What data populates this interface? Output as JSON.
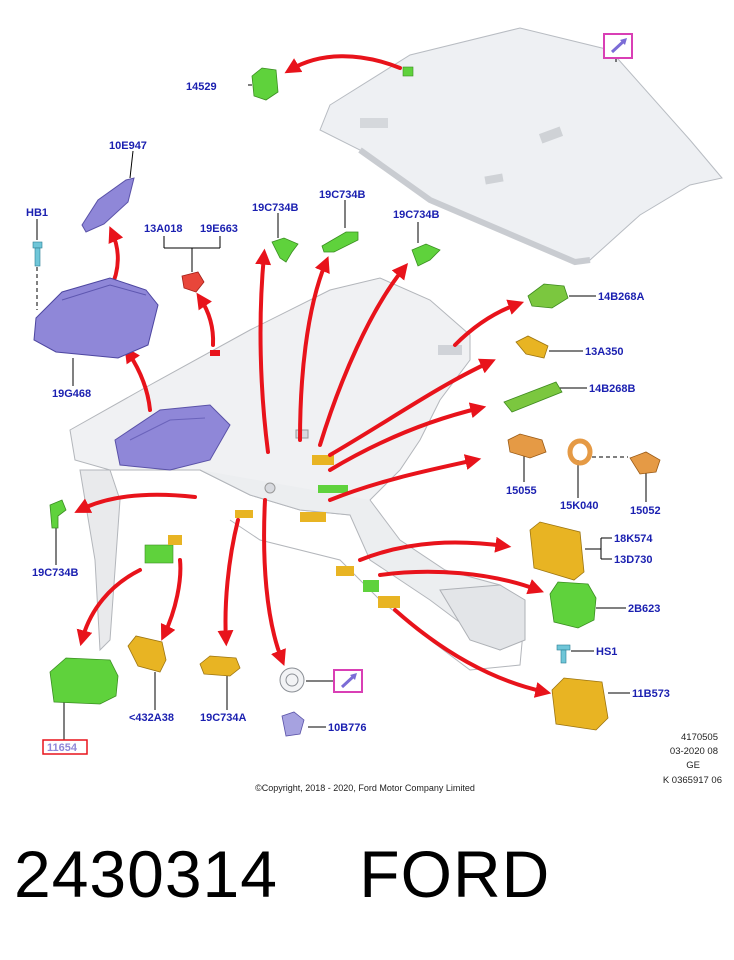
{
  "part_labels": {
    "p14529": "14529",
    "p10E947": "10E947",
    "pHB1": "HB1",
    "p13A018": "13A018",
    "p19E663": "19E663",
    "p19C734B_1": "19C734B",
    "p19C734B_2": "19C734B",
    "p19C734B_3": "19C734B",
    "p14B268A": "14B268A",
    "p13A350": "13A350",
    "p14B268B": "14B268B",
    "p19G468": "19G468",
    "p15055": "15055",
    "p15K040": "15K040",
    "p15052": "15052",
    "p18K574": "18K574",
    "p13D730": "13D730",
    "p19C734B_4": "19C734B",
    "p2B623": "2B623",
    "pHS1": "HS1",
    "p432A38": "<432A38",
    "p19C734A": "19C734A",
    "p10B776": "10B776",
    "p11B573": "11B573",
    "p11654": "11654"
  },
  "meta": {
    "line1": "4170505",
    "line2": "03-2020 08",
    "line3": "GE",
    "line4": "K 0365917 06"
  },
  "copyright": "©Copyright, 2018 - 2020, Ford Motor Company Limited",
  "caption": {
    "part_number": "2430314",
    "brand": "FORD"
  },
  "colors": {
    "label_blue": "#1a1fb0",
    "arrow_red": "#e8131b",
    "part_green": "#5fd23c",
    "part_yellow": "#e8b423",
    "part_orange": "#e59a45",
    "part_purple": "#8f87d8",
    "highlight_magenta": "#d93fb5"
  },
  "icons": [
    "headliner-pointer-icon",
    "bezel-pointer-icon"
  ]
}
